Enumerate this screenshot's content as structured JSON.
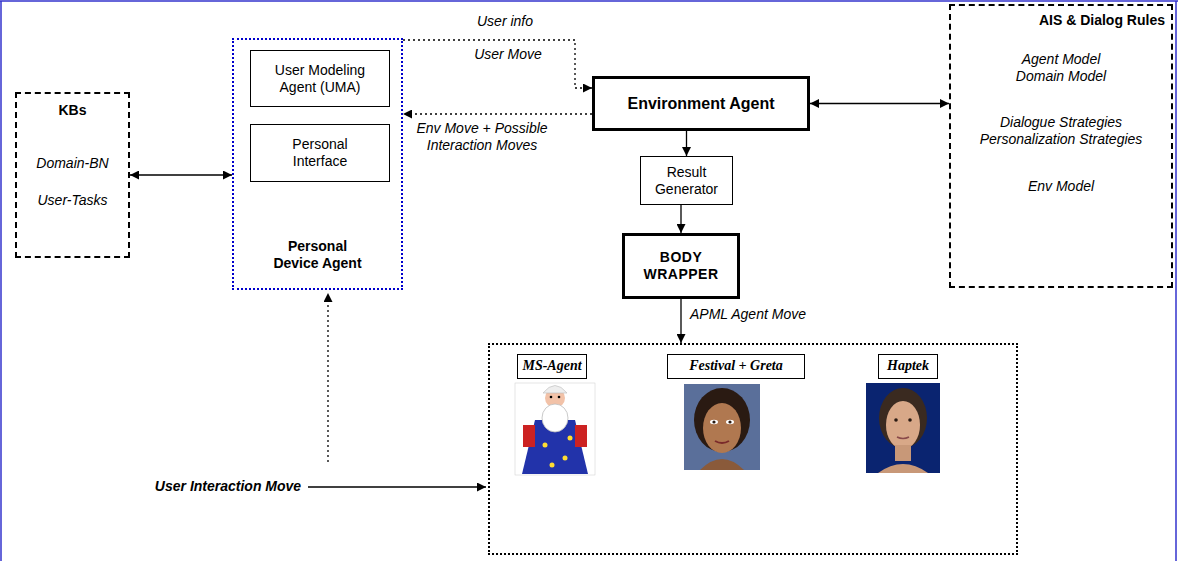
{
  "diagram": {
    "nodes": [
      {
        "text": [
          "KBs",
          "Domain-BN",
          "User-Tasks"
        ]
      },
      {
        "text": [
          "Personal Device Agent"
        ]
      },
      {
        "text": [
          "User Modeling Agent (UMA)"
        ],
        "in": 1
      },
      {
        "text": [
          "Personal Interface"
        ],
        "in": 1
      },
      {
        "text": [
          "Environment Agent"
        ]
      },
      {
        "text": [
          "AIS & Dialog Rules",
          "Agent Model",
          "Domain Model",
          "Dialogue Strategies",
          "Personalization Strategies",
          "Env Model"
        ]
      },
      {
        "text": [
          "Result Generator"
        ]
      },
      {
        "text": [
          "BODY WRAPPER"
        ]
      },
      {
        "text": []
      },
      {
        "text": [
          "MS-Agent"
        ],
        "in": 8
      },
      {
        "text": [
          "Festival + Greta"
        ],
        "in": 8
      },
      {
        "text": [
          "Haptek"
        ],
        "in": 8
      }
    ],
    "edges": [
      {
        "from": 0,
        "to": 1,
        "arrow": "both"
      },
      {
        "from": 1,
        "to": 4,
        "label": "User info",
        "arrow": "to"
      },
      {
        "from": 4,
        "to": 1,
        "label": "Env Move + Possible Interaction Moves",
        "arrow": "to"
      },
      {
        "from": 4,
        "to": 5,
        "arrow": "both"
      },
      {
        "from": 4,
        "to": 6,
        "arrow": "to"
      },
      {
        "from": 6,
        "to": 7,
        "arrow": "to"
      },
      {
        "from": 7,
        "to": 8,
        "label": "APML Agent Move",
        "arrow": "to"
      }
    ],
    "labels": [
      "User Move",
      "User Interaction Move"
    ]
  }
}
